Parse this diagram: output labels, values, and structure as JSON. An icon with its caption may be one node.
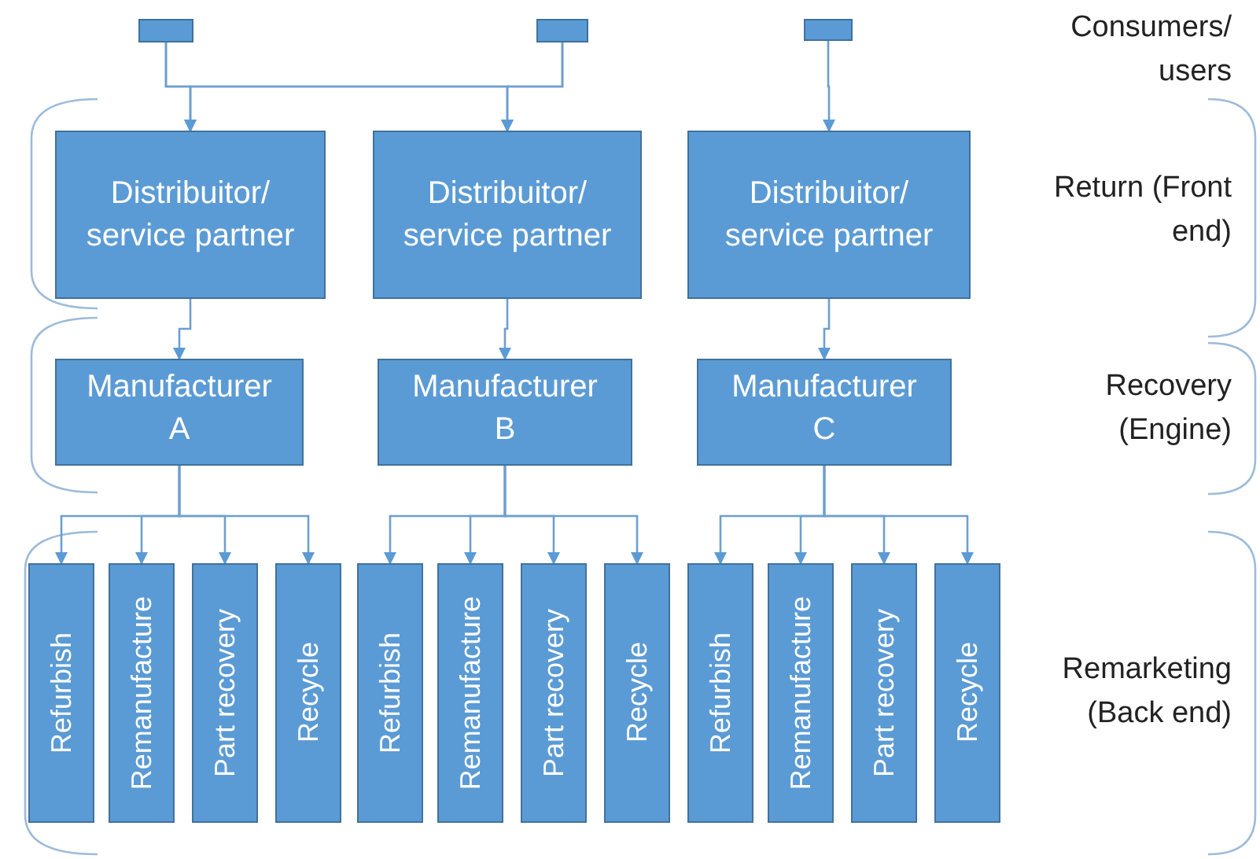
{
  "diagram": {
    "nodes": [
      {
        "text": [],
        "shape": "box"
      },
      {
        "text": [],
        "shape": "box"
      },
      {
        "text": [],
        "shape": "box"
      },
      {
        "text": [
          "Distribuitor/ service partner"
        ]
      },
      {
        "text": [
          "Distribuitor/ service partner"
        ]
      },
      {
        "text": [
          "Distribuitor/ service partner"
        ]
      },
      {
        "text": [
          "Manufacturer A"
        ]
      },
      {
        "text": [
          "Manufacturer B"
        ]
      },
      {
        "text": [
          "Manufacturer C"
        ]
      },
      {
        "text": [
          "Refurbish"
        ]
      },
      {
        "text": [
          "Remanufacture"
        ]
      },
      {
        "text": [
          "Part recovery"
        ]
      },
      {
        "text": [
          "Recycle"
        ]
      },
      {
        "text": [
          "Refurbish"
        ]
      },
      {
        "text": [
          "Remanufacture"
        ]
      },
      {
        "text": [
          "Part recovery"
        ]
      },
      {
        "text": [
          "Recycle"
        ]
      },
      {
        "text": [
          "Refurbish"
        ]
      },
      {
        "text": [
          "Remanufacture"
        ]
      },
      {
        "text": [
          "Part recovery"
        ]
      },
      {
        "text": [
          "Recycle"
        ]
      }
    ],
    "edges": [
      {
        "from": 0,
        "to": 3,
        "arrow": "to"
      },
      {
        "from": 0,
        "to": 4,
        "arrow": "to"
      },
      {
        "from": 1,
        "to": 3,
        "arrow": "to"
      },
      {
        "from": 1,
        "to": 4,
        "arrow": "to"
      },
      {
        "from": 2,
        "to": 5,
        "arrow": "to"
      },
      {
        "from": 3,
        "to": 6,
        "arrow": "to"
      },
      {
        "from": 4,
        "to": 7,
        "arrow": "to"
      },
      {
        "from": 5,
        "to": 8,
        "arrow": "to"
      },
      {
        "from": 6,
        "to": 9,
        "arrow": "to"
      },
      {
        "from": 6,
        "to": 10,
        "arrow": "to"
      },
      {
        "from": 6,
        "to": 11,
        "arrow": "to"
      },
      {
        "from": 6,
        "to": 12,
        "arrow": "to"
      },
      {
        "from": 7,
        "to": 13,
        "arrow": "to"
      },
      {
        "from": 7,
        "to": 14,
        "arrow": "to"
      },
      {
        "from": 7,
        "to": 15,
        "arrow": "to"
      },
      {
        "from": 7,
        "to": 16,
        "arrow": "to"
      },
      {
        "from": 8,
        "to": 17,
        "arrow": "to"
      },
      {
        "from": 8,
        "to": 18,
        "arrow": "to"
      },
      {
        "from": 8,
        "to": 19,
        "arrow": "to"
      },
      {
        "from": 8,
        "to": 20,
        "arrow": "to"
      }
    ],
    "labels": [
      "Consumers/ users",
      "Return (Front end)",
      "Recovery (Engine)",
      "Remarketing (Back end)"
    ]
  }
}
